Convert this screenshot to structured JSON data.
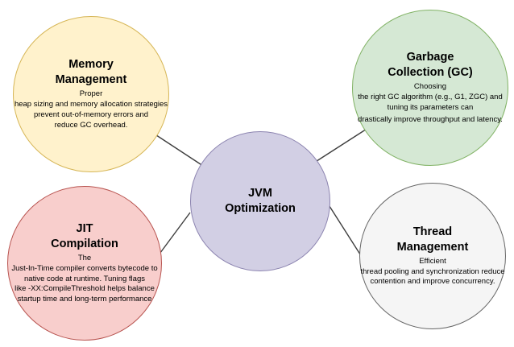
{
  "canvas": {
    "background": "#FFFFFF",
    "connector_color": "#3D3D3D"
  },
  "nodes": {
    "center": {
      "title": "JVM\nOptimization",
      "fill": "#D2CFE4",
      "stroke": "#8C84B0"
    },
    "memory": {
      "title": "Memory\nManagement",
      "body": "Proper\nheap sizing and memory allocation strategies\nprevent out-of-memory errors and\nreduce GC overhead.",
      "fill": "#FFF2CC",
      "stroke": "#D6B656"
    },
    "garbage": {
      "title": "Garbage\nCollection (GC)",
      "body": "Choosing\nthe right GC algorithm (e.g., G1, ZGC) and\ntuning its parameters can",
      "body2": "drastically improve throughput and latency.",
      "fill": "#D5E8D4",
      "stroke": "#82B366"
    },
    "jit": {
      "title": "JIT\nCompilation",
      "body": "The\nJust-In-Time compiler converts bytecode to\nnative code at runtime. Tuning flags\nlike -XX:CompileThreshold helps balance\nstartup time and long-term performance",
      "fill": "#F8CECC",
      "stroke": "#B85450"
    },
    "thread": {
      "title": "Thread\nManagement",
      "body": "Efficient\nthread pooling and synchronization reduce\ncontention and improve concurrency.",
      "fill": "#F5F5F5",
      "stroke": "#666666"
    }
  }
}
